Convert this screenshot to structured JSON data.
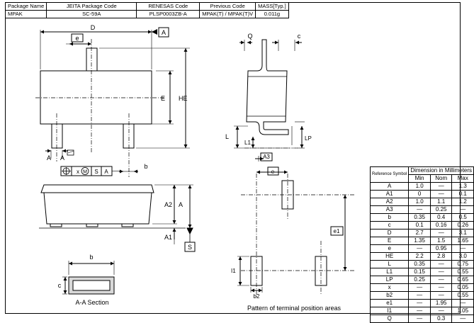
{
  "header": {
    "columns": [
      "Package Name",
      "JEITA Package Code",
      "RENESAS Code",
      "Previous Code",
      "MASS[Typ.]"
    ],
    "values": [
      "MPAK",
      "SC-59A",
      "PLSP0003ZB-A",
      "MPAK(T) / MPAK(T)V",
      "0.011g"
    ]
  },
  "labels": {
    "D": "D",
    "A_ref": "A",
    "e": "e",
    "E": "E",
    "HE": "HE",
    "A_left": "A",
    "A_right": "A",
    "fcf_x": "x",
    "fcf_m": "M",
    "fcf_s": "S",
    "fcf_a": "A",
    "b": "b",
    "A2": "A2",
    "A_side": "A",
    "A1": "A1",
    "S": "S",
    "Q": "Q",
    "c": "c",
    "L": "L",
    "L1": "L1",
    "LP": "LP",
    "A3": "A3",
    "e_terminal": "e",
    "e1": "e1",
    "I1": "I1",
    "b2": "b2",
    "aa_b": "b",
    "aa_c": "c",
    "aa_caption": "A-A Section",
    "terminal_caption": "Pattern of terminal position areas"
  },
  "dims_table": {
    "ref_header": "Reference Symbol",
    "dim_header": "Dimension in Millimeters",
    "cols": [
      "Min",
      "Nom",
      "Max"
    ],
    "rows": [
      {
        "sym": "A",
        "min": "1.0",
        "nom": "—",
        "max": "1.3"
      },
      {
        "sym": "A1",
        "min": "0",
        "nom": "—",
        "max": "0.1"
      },
      {
        "sym": "A2",
        "min": "1.0",
        "nom": "1.1",
        "max": "1.2"
      },
      {
        "sym": "A3",
        "min": "—",
        "nom": "0.25",
        "max": "—"
      },
      {
        "sym": "b",
        "min": "0.35",
        "nom": "0.4",
        "max": "0.5"
      },
      {
        "sym": "c",
        "min": "0.1",
        "nom": "0.16",
        "max": "0.26"
      },
      {
        "sym": "D",
        "min": "2.7",
        "nom": "—",
        "max": "3.1"
      },
      {
        "sym": "E",
        "min": "1.35",
        "nom": "1.5",
        "max": "1.65"
      },
      {
        "sym": "e",
        "min": "—",
        "nom": "0.95",
        "max": "—"
      },
      {
        "sym": "HE",
        "min": "2.2",
        "nom": "2.8",
        "max": "3.0"
      },
      {
        "sym": "L",
        "min": "0.35",
        "nom": "—",
        "max": "0.75"
      },
      {
        "sym": "L1",
        "min": "0.15",
        "nom": "—",
        "max": "0.55"
      },
      {
        "sym": "LP",
        "min": "0.25",
        "nom": "—",
        "max": "0.65"
      },
      {
        "sym": "x",
        "min": "—",
        "nom": "—",
        "max": "0.05"
      },
      {
        "sym": "b2",
        "min": "—",
        "nom": "—",
        "max": "0.55"
      },
      {
        "sym": "e1",
        "min": "—",
        "nom": "1.95",
        "max": "—"
      },
      {
        "sym": "I1",
        "min": "—",
        "nom": "—",
        "max": "1.05"
      },
      {
        "sym": "Q",
        "min": "—",
        "nom": "0.3",
        "max": "—"
      }
    ]
  }
}
